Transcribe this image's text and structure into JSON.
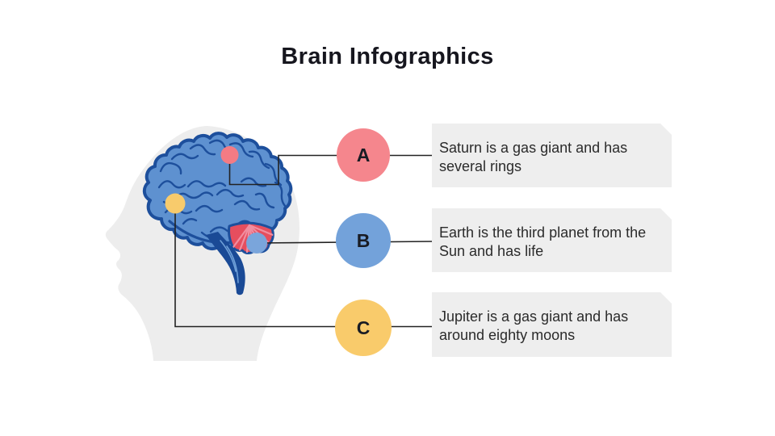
{
  "slide": {
    "title": "Brain Infographics"
  },
  "items": [
    {
      "label": "A",
      "description": "Saturn is a gas giant and has\nseveral rings",
      "badge_color": "#f5868d",
      "brain_marker": "red-dot-top-of-brain"
    },
    {
      "label": "B",
      "description": "Earth is the third planet from the\nSun and has life",
      "badge_color": "#73a2da",
      "brain_marker": "blue-dot-brainstem"
    },
    {
      "label": "C",
      "description": "Jupiter is a gas giant and has\naround eighty moons",
      "badge_color": "#f9cb6b",
      "brain_marker": "yellow-dot-frontal-lobe"
    }
  ],
  "palette": {
    "background": "#ffffff",
    "title_text": "#16161e",
    "card_background": "#eeeeee",
    "card_text": "#2b2b2b",
    "connector_line": "#222222",
    "head_silhouette": "#ededed",
    "brain_fill": "#5e91d0",
    "brain_outline": "#1d4f9c",
    "cerebellum_fill": "#e64e5e",
    "cerebellum_stripe": "#f08ea0",
    "brainstem_fill": "#1a4a96",
    "marker_red": "#f47b84",
    "marker_yellow": "#f8cb6c",
    "marker_blue": "#7aa5db"
  }
}
